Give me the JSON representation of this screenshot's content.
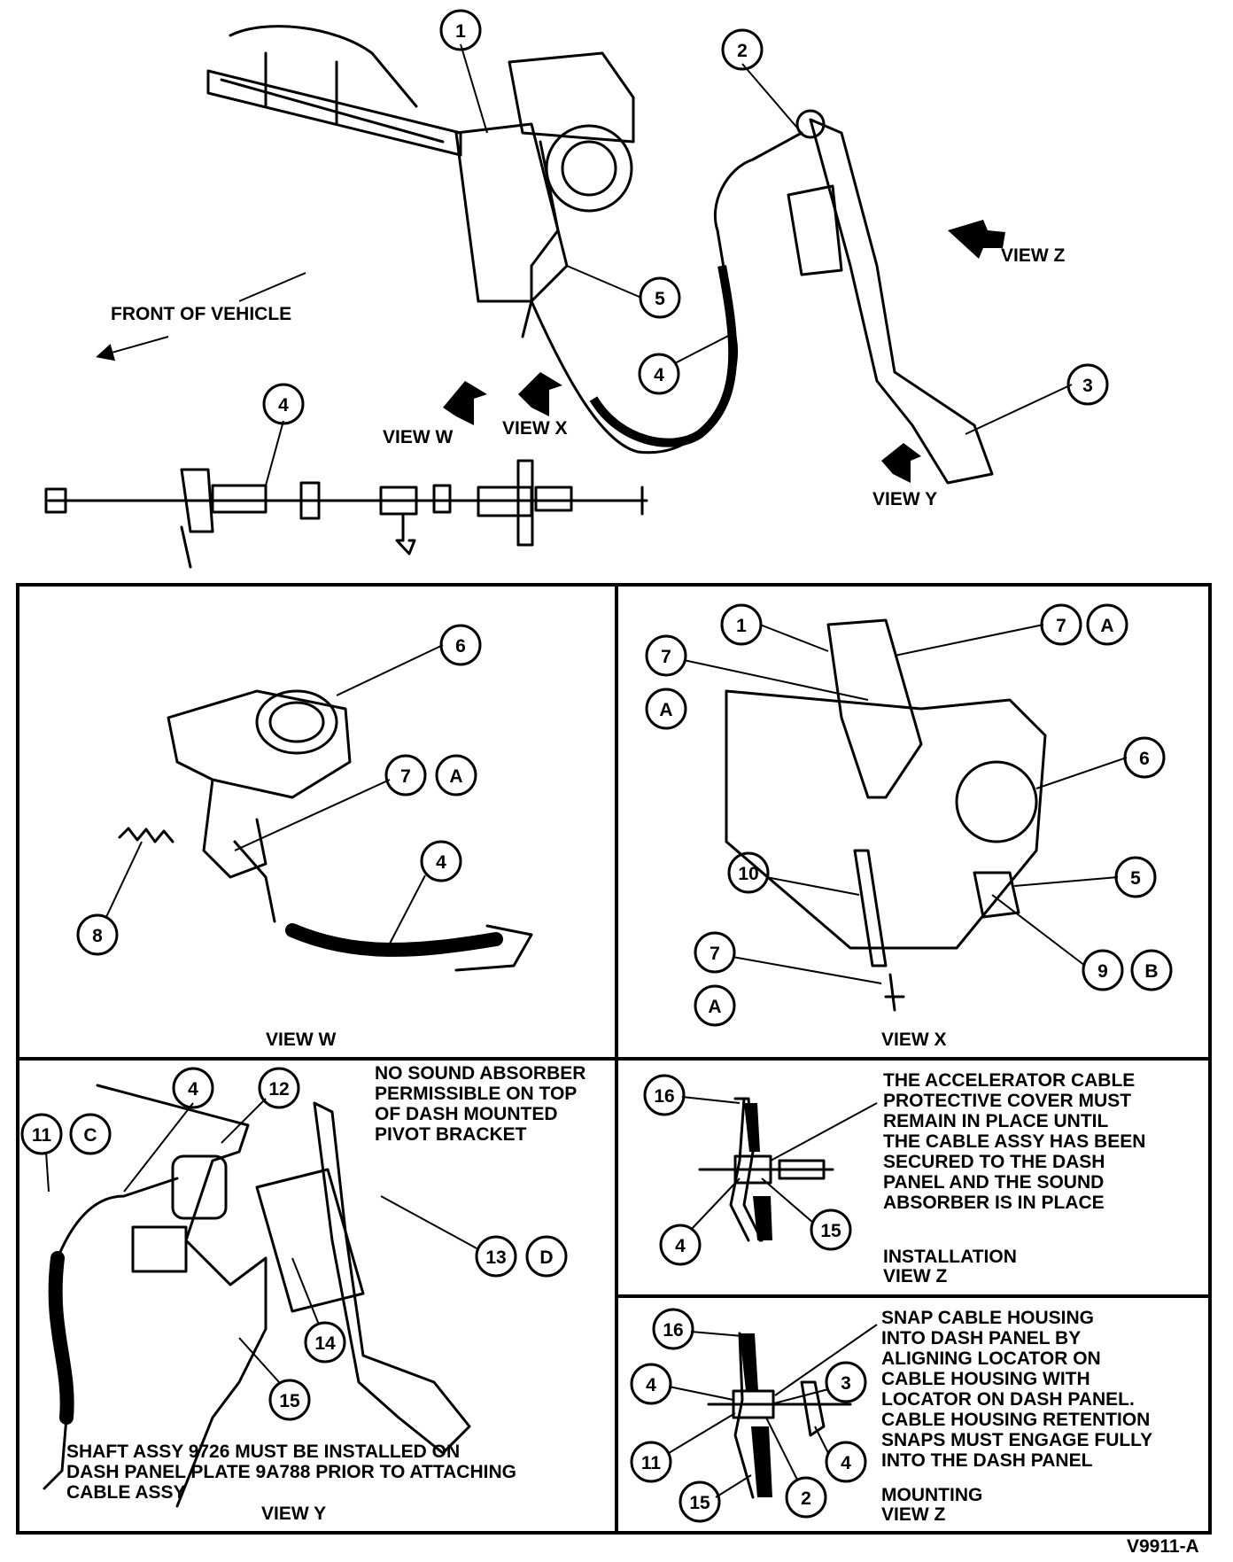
{
  "labels": {
    "front_of_vehicle": "FRONT OF VEHICLE",
    "view_w_arrow": "VIEW W",
    "view_x_arrow": "VIEW X",
    "view_y_arrow": "VIEW Y",
    "view_z_arrow": "VIEW Z"
  },
  "callouts": {
    "n1": "1",
    "n2": "2",
    "n3": "3",
    "n4": "4",
    "n5": "5",
    "n6": "6",
    "n7": "7",
    "n8": "8",
    "n9": "9",
    "n10": "10",
    "n11": "11",
    "n12": "12",
    "n13": "13",
    "n14": "14",
    "n15": "15",
    "n16": "16",
    "A": "A",
    "B": "B",
    "C": "C",
    "D": "D"
  },
  "panels": {
    "view_w": {
      "title": "VIEW W"
    },
    "view_x": {
      "title": "VIEW X"
    },
    "view_y": {
      "title": "VIEW Y",
      "note_top": [
        "NO SOUND ABSORBER",
        "PERMISSIBLE ON TOP",
        "OF DASH MOUNTED",
        "PIVOT BRACKET"
      ],
      "note_bottom": [
        "SHAFT ASSY 9726 MUST BE INSTALLED ON",
        "DASH PANEL PLATE 9A788 PRIOR TO ATTACHING",
        "CABLE ASSY"
      ]
    },
    "installation": {
      "note": [
        "THE ACCELERATOR CABLE",
        "PROTECTIVE COVER MUST",
        "REMAIN IN PLACE UNTIL",
        "THE CABLE ASSY HAS BEEN",
        "SECURED TO THE DASH",
        "PANEL AND THE SOUND",
        "ABSORBER IS IN PLACE"
      ],
      "title1": "INSTALLATION",
      "title2": "VIEW Z"
    },
    "mounting": {
      "note": [
        "SNAP CABLE HOUSING",
        "INTO DASH PANEL BY",
        "ALIGNING LOCATOR ON",
        "CABLE HOUSING WITH",
        "LOCATOR ON DASH PANEL.",
        "CABLE HOUSING RETENTION",
        "SNAPS MUST ENGAGE FULLY",
        "INTO THE DASH PANEL"
      ],
      "title1": "MOUNTING",
      "title2": "VIEW Z"
    }
  },
  "figure_id": "V9911-A"
}
